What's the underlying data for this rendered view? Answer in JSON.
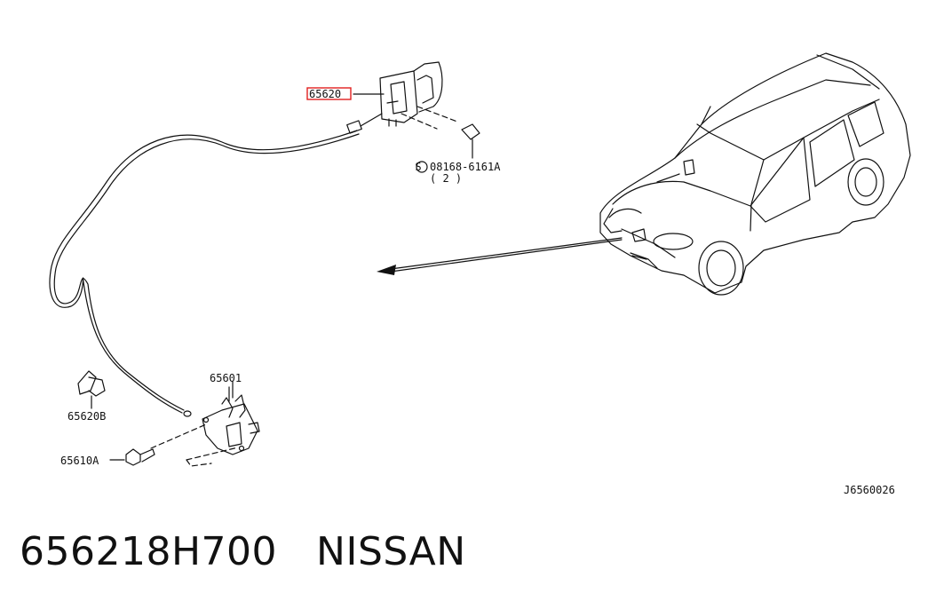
{
  "diagram": {
    "callouts": {
      "cable": "65620",
      "screw": "08168-6161A",
      "screw_qty": "( 2 )",
      "screw_symbol": "S",
      "lock": "65601",
      "clip": "65620B",
      "bolt": "65610A"
    },
    "figure_code": "J6560026",
    "highlight_color": "#e0201e",
    "line_color": "#111111"
  },
  "caption": {
    "part_number": "656218H700",
    "brand": "NISSAN"
  }
}
